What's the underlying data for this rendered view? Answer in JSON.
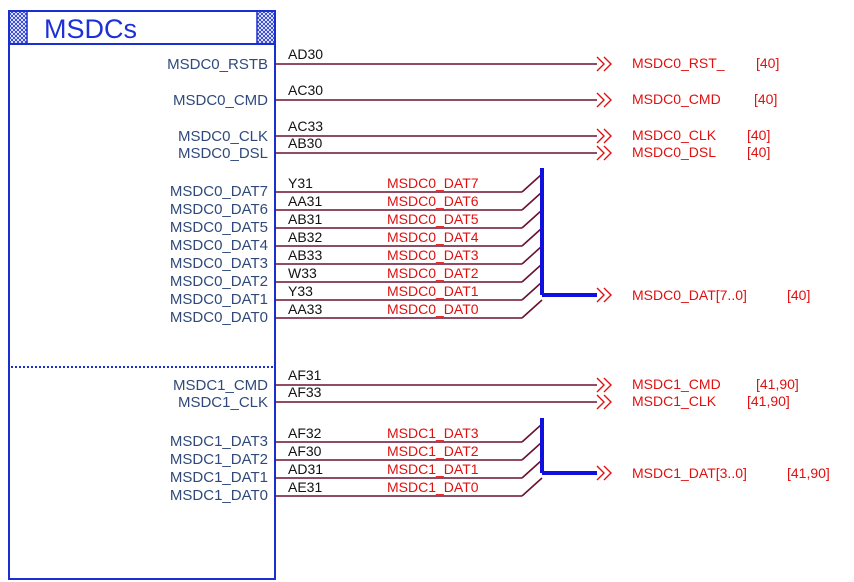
{
  "component": {
    "title": "MSDCs"
  },
  "signals": [
    {
      "pin": "MSDC0_RSTB",
      "ball": "AD30",
      "net": "MSDC0_RST_",
      "page": "[40]"
    },
    {
      "pin": "MSDC0_CMD",
      "ball": "AC30",
      "net": "MSDC0_CMD",
      "page": "[40]"
    },
    {
      "pin": "MSDC0_CLK",
      "ball": "AC33",
      "net": "MSDC0_CLK",
      "page": "[40]"
    },
    {
      "pin": "MSDC0_DSL",
      "ball": "AB30",
      "net": "MSDC0_DSL",
      "page": "[40]"
    },
    {
      "pin": "MSDC1_CMD",
      "ball": "AF31",
      "net": "MSDC1_CMD",
      "page": "[41,90]"
    },
    {
      "pin": "MSDC1_CLK",
      "ball": "AF33",
      "net": "MSDC1_CLK",
      "page": "[41,90]"
    }
  ],
  "buses": [
    {
      "net": "MSDC0_DAT[7..0]",
      "page": "[40]",
      "members": [
        {
          "pin": "MSDC0_DAT7",
          "ball": "Y31",
          "net": "MSDC0_DAT7"
        },
        {
          "pin": "MSDC0_DAT6",
          "ball": "AA31",
          "net": "MSDC0_DAT6"
        },
        {
          "pin": "MSDC0_DAT5",
          "ball": "AB31",
          "net": "MSDC0_DAT5"
        },
        {
          "pin": "MSDC0_DAT4",
          "ball": "AB32",
          "net": "MSDC0_DAT4"
        },
        {
          "pin": "MSDC0_DAT3",
          "ball": "AB33",
          "net": "MSDC0_DAT3"
        },
        {
          "pin": "MSDC0_DAT2",
          "ball": "W33",
          "net": "MSDC0_DAT2"
        },
        {
          "pin": "MSDC0_DAT1",
          "ball": "Y33",
          "net": "MSDC0_DAT1"
        },
        {
          "pin": "MSDC0_DAT0",
          "ball": "AA33",
          "net": "MSDC0_DAT0"
        }
      ]
    },
    {
      "net": "MSDC1_DAT[3..0]",
      "page": "[41,90]",
      "members": [
        {
          "pin": "MSDC1_DAT3",
          "ball": "AF32",
          "net": "MSDC1_DAT3"
        },
        {
          "pin": "MSDC1_DAT2",
          "ball": "AF30",
          "net": "MSDC1_DAT2"
        },
        {
          "pin": "MSDC1_DAT1",
          "ball": "AD31",
          "net": "MSDC1_DAT1"
        },
        {
          "pin": "MSDC1_DAT0",
          "ball": "AE31",
          "net": "MSDC1_DAT0"
        }
      ]
    }
  ],
  "colors": {
    "symbol_border": "#1a2fd0",
    "wire": "#6b1030",
    "bus": "#1010e0",
    "net_label": "#e01010",
    "pin_text": "#2f4a7a"
  }
}
